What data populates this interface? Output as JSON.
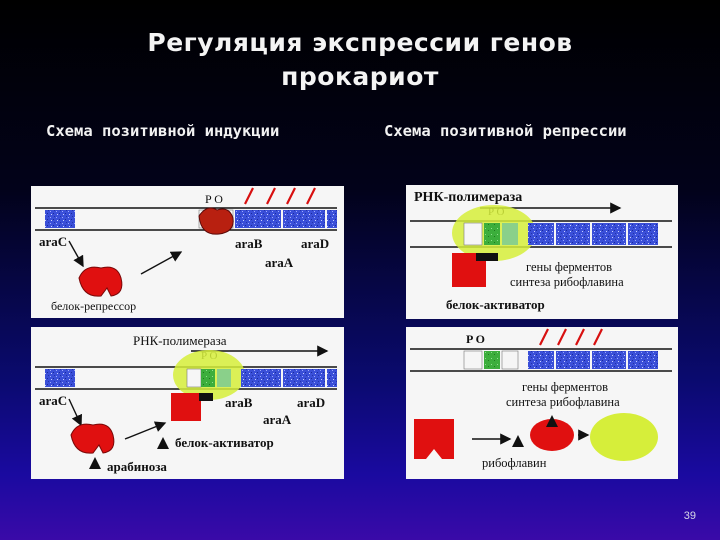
{
  "slide": {
    "title_line1": "Регуляция экспрессии генов",
    "title_line2": "прокариот",
    "subtitle_left": "Схема позитивной индукции",
    "subtitle_right": "Схема позитивной репрессии",
    "page_number": "39"
  },
  "panel_a": {
    "po": "P O",
    "araC": "araC",
    "araB": "araB",
    "araD": "araD",
    "araA": "araA",
    "repressor": "белок-репрессор"
  },
  "panel_b": {
    "polymerase": "РНК-полимераза",
    "po": "P O",
    "araC": "araC",
    "araB": "araB",
    "araA": "araA",
    "araD": "araD",
    "activator": "белок-активатор",
    "arabinose": "арабиноза"
  },
  "panel_c": {
    "polymerase": "РНК-полимераза",
    "po": "P O",
    "genes_line1": "гены ферментов",
    "genes_line2": "синтеза рибофлавина",
    "activator": "белок-активатор"
  },
  "panel_d": {
    "po": "P  O",
    "genes_line1": "гены ферментов",
    "genes_line2": "синтеза рибофлавина",
    "riboflavin": "рибофлавин"
  },
  "colors": {
    "panel_bg": "#f6f6f6",
    "gene_blue": "#3a4fd8",
    "gene_green": "#3cae3c",
    "repressor_red": "#e01010",
    "polymerase_yellow": "#d6ee3a",
    "stop_red": "#d81010"
  }
}
